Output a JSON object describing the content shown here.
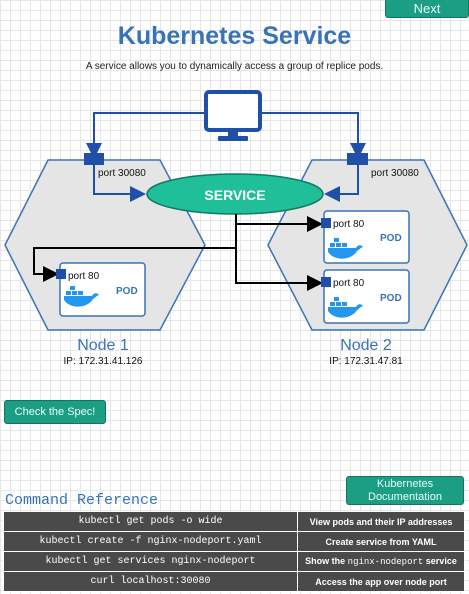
{
  "nav": {
    "next_label": "Next"
  },
  "header": {
    "title": "Kubernetes Service",
    "subtitle": "A service allows you to dynamically access a group of replice pods."
  },
  "diagram": {
    "service_label": "SERVICE",
    "node1": {
      "name": "Node 1",
      "ip": "IP: 172.31.41.126",
      "port_label": "port 30080"
    },
    "node2": {
      "name": "Node 2",
      "ip": "IP: 172.31.47.81",
      "port_label": "port 30080"
    },
    "pod_label": "POD",
    "pod_port_label": "port 80"
  },
  "spec_button": {
    "label": "Check the Spec!"
  },
  "docs_button": {
    "line1": "Kubernetes",
    "line2": "Documentation"
  },
  "commands": {
    "heading": "Command Reference",
    "rows": [
      {
        "cmd": "kubectl get pods -o wide",
        "desc": "View pods and their IP addresses"
      },
      {
        "cmd": "kubectl create -f nginx-nodeport.yaml",
        "desc": "Create service from YAML"
      },
      {
        "cmd": "kubectl get services nginx-nodeport",
        "desc_pre": "Show the ",
        "desc_code": "nginx-nodeport",
        "desc_post": " service"
      },
      {
        "cmd": "curl localhost:30080",
        "desc": "Access the app over node port"
      }
    ]
  },
  "colors": {
    "accent": "#3a73b5",
    "button": "#1b9e84",
    "service": "#1fbf9a",
    "node_fill": "#e5e5e5",
    "port": "#1f4fa6"
  }
}
